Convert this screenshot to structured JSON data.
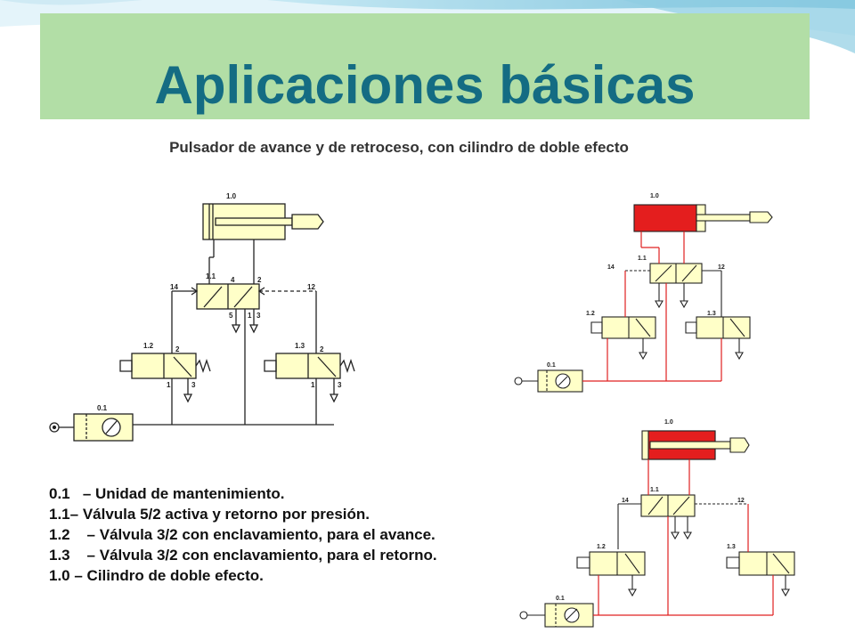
{
  "slide": {
    "title": "Aplicaciones básicas",
    "subtitle": "Pulsador de avance y de retroceso, con cilindro de doble efecto"
  },
  "diagram_labels": {
    "cylinder": "1.0",
    "main_valve": "1.1",
    "valve_advance": "1.2",
    "valve_return": "1.3",
    "service_unit": "0.1",
    "port_14": "14",
    "port_12": "12",
    "port_4": "4",
    "port_2": "2",
    "port_5": "5",
    "port_1": "1",
    "port_3": "3"
  },
  "legend": [
    {
      "code": "0.1",
      "text": "– Unidad de mantenimiento."
    },
    {
      "code": "1.1",
      "text": "– Válvula 5/2 activa y retorno por presión."
    },
    {
      "code": "1.2",
      "text": "– Válvula 3/2 con enclavamiento, para el avance."
    },
    {
      "code": "1.3",
      "text": "– Válvula 3/2 con enclavamiento, para el retorno."
    },
    {
      "code": "1.0",
      "text": "– Cilindro de doble efecto."
    }
  ],
  "colors": {
    "title_bg": "#b2dea6",
    "title_text": "#146c83",
    "component_fill": "#ffffc8",
    "pressure_line": "#e02020",
    "cylinder_active": "#e41e1e"
  }
}
